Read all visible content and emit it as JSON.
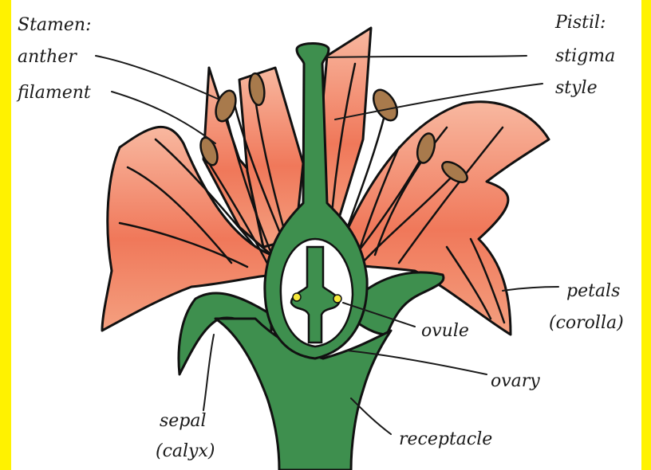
{
  "colors": {
    "border": "#fff200",
    "petal": "#f0785a",
    "petal_light": "#f8b8a0",
    "green": "#3e8f4e",
    "anther": "#a87a4c",
    "ovule": "#f5e83a",
    "ink": "#111111"
  },
  "labels": {
    "stamen": "Stamen:",
    "anther": "anther",
    "filament": "filament",
    "pistil": "Pistil:",
    "stigma": "stigma",
    "style": "style",
    "petals": "petals",
    "corolla": "(corolla)",
    "ovule": "ovule",
    "ovary": "ovary",
    "sepal": "sepal",
    "calyx": "(calyx)",
    "receptacle": "receptacle"
  }
}
